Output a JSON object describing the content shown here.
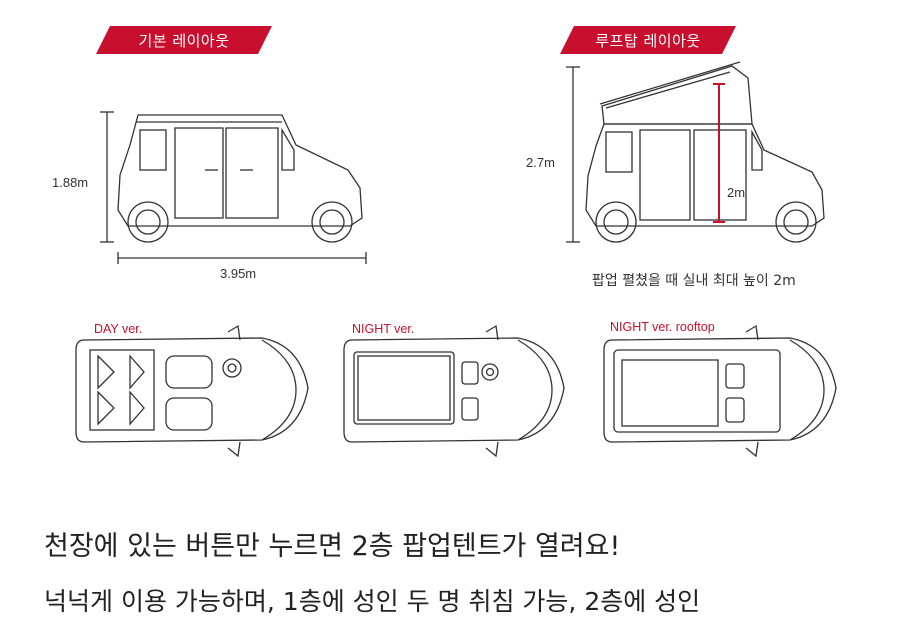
{
  "labels": {
    "basic_layout": "기본 레이아웃",
    "rooftop_layout": "루프탑 레이아웃",
    "height_basic": "1.88m",
    "length": "3.95m",
    "height_rooftop": "2.7m",
    "interior_height": "2m",
    "popup_caption": "팝업 펼쳤을 때 실내 최대 높이 2m",
    "day_ver": "DAY ver.",
    "night_ver": "NIGHT ver.",
    "night_roof_ver": "NIGHT ver. rooftop"
  },
  "text": {
    "headline": "천장에 있는 버튼만 누르면 2층 팝업텐트가 열려요!",
    "body_line": "넉넉게 이용 가능하며, 1층에 성인 두 명 취침 가능, 2층에 성인"
  },
  "colors": {
    "accent": "#c8102e",
    "line": "#333333"
  }
}
